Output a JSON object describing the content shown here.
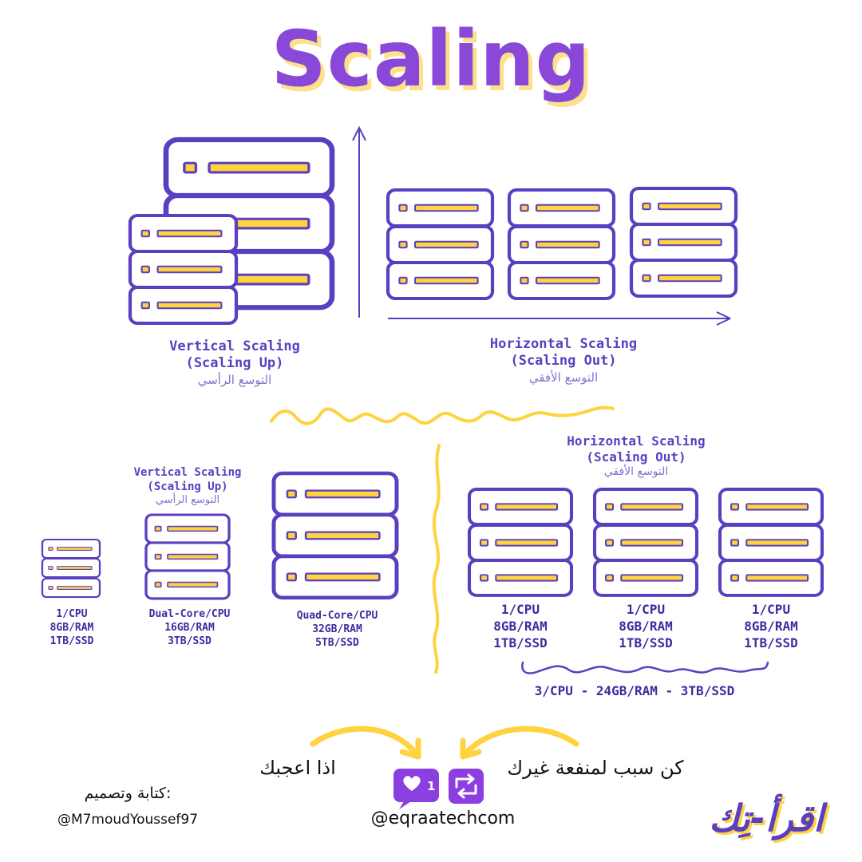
{
  "title": "Scaling",
  "top_section": {
    "vertical": {
      "line1": "Vertical Scaling",
      "line2": "(Scaling Up)",
      "arabic": "التوسع الرأسي"
    },
    "horizontal": {
      "line1": "Horizontal Scaling",
      "line2": "(Scaling Out)",
      "arabic": "التوسع الأفقي"
    }
  },
  "bottom_section": {
    "vertical": {
      "line1": "Vertical Scaling",
      "line2": "(Scaling Up)",
      "arabic": "التوسع الرأسي",
      "servers": [
        {
          "cpu": "1/CPU",
          "ram": "8GB/RAM",
          "ssd": "1TB/SSD"
        },
        {
          "cpu": "Dual-Core/CPU",
          "ram": "16GB/RAM",
          "ssd": "3TB/SSD"
        },
        {
          "cpu": "Quad-Core/CPU",
          "ram": "32GB/RAM",
          "ssd": "5TB/SSD"
        }
      ]
    },
    "horizontal": {
      "line1": "Horizontal Scaling",
      "line2": "(Scaling Out)",
      "arabic": "التوسع الأفقي",
      "servers": [
        {
          "cpu": "1/CPU",
          "ram": "8GB/RAM",
          "ssd": "1TB/SSD"
        },
        {
          "cpu": "1/CPU",
          "ram": "8GB/RAM",
          "ssd": "1TB/SSD"
        },
        {
          "cpu": "1/CPU",
          "ram": "8GB/RAM",
          "ssd": "1TB/SSD"
        }
      ],
      "total": "3/CPU - 24GB/RAM - 3TB/SSD"
    }
  },
  "footer": {
    "if_you_like": "اذا اعجبك",
    "be_useful": "كن سبب لمنفعة غيرك",
    "like_count": "1",
    "handle": "@eqraatechcom",
    "credit_label": "كتابة وتصميم:",
    "credit_handle": "@M7moudYoussef97",
    "logo": "اقرأ-تِك"
  },
  "colors": {
    "purple": "#5a3fc0",
    "title_purple": "#8a48d8",
    "yellow": "#ffd23f",
    "icon_purple": "#8b3fe0"
  }
}
